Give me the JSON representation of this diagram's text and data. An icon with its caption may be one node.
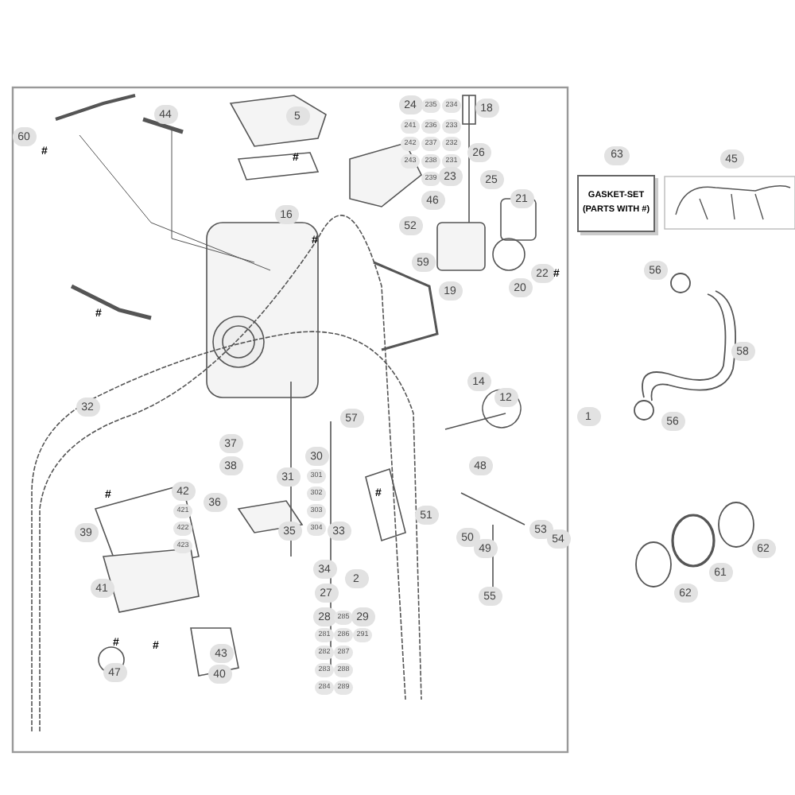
{
  "diagram": {
    "nodes": [
      {
        "text": [
          "GASKET-SET (PARTS WITH #)"
        ],
        "beside": [
          "63"
        ]
      }
    ],
    "labels": [
      "60",
      "#",
      "44",
      "5",
      "#",
      "16",
      "24",
      "235",
      "234",
      "241",
      "236",
      "233",
      "242",
      "237",
      "232",
      "243",
      "238",
      "231",
      "239",
      "23",
      "18",
      "26",
      "25",
      "46",
      "52",
      "21",
      "59",
      "22",
      "#",
      "19",
      "20",
      "#",
      "#",
      "32",
      "14",
      "12",
      "57",
      "37",
      "38",
      "31",
      "30",
      "301",
      "302",
      "303",
      "304",
      "35",
      "33",
      "36",
      "#",
      "42",
      "421",
      "422",
      "423",
      "39",
      "41",
      "#",
      "#",
      "43",
      "47",
      "40",
      "#",
      "48",
      "51",
      "50",
      "49",
      "53",
      "54",
      "55",
      "34",
      "2",
      "27",
      "28",
      "285",
      "29",
      "281",
      "286",
      "291",
      "282",
      "287",
      "283",
      "288",
      "284",
      "289",
      "45",
      "56",
      "58",
      "1",
      "56",
      "62",
      "61",
      "62"
    ]
  }
}
